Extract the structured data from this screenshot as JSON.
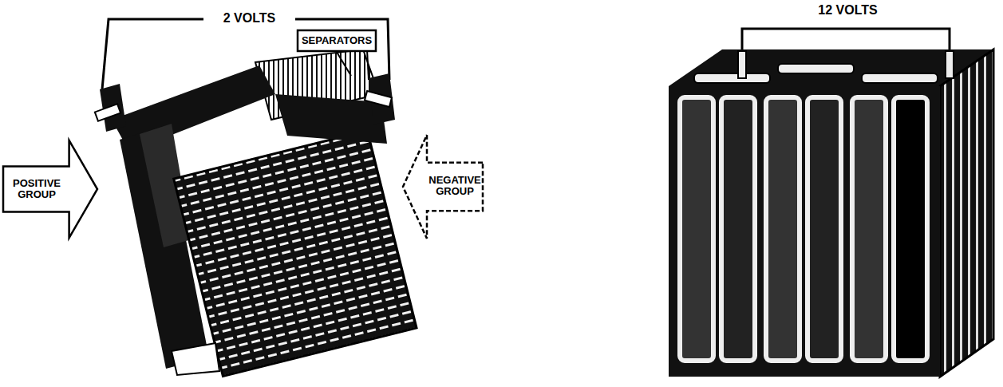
{
  "diagram": {
    "nodes": [
      {
        "text": [
          "SEPARATORS"
        ]
      },
      {
        "text": [
          "POSITIVE GROUP"
        ]
      },
      {
        "text": [
          "NEGATIVE GROUP"
        ]
      }
    ],
    "labels": [
      "2 VOLTS",
      "12 VOLTS"
    ]
  }
}
